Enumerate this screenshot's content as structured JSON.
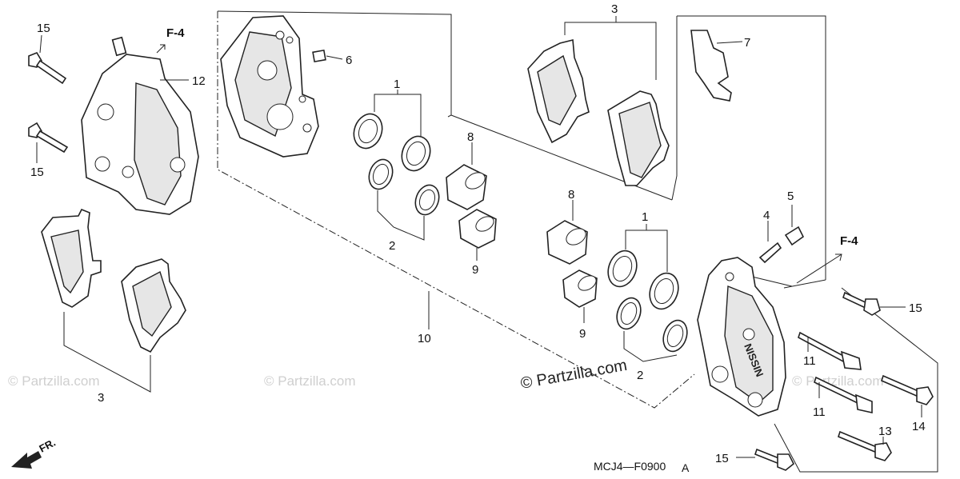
{
  "callouts": {
    "c1a": "1",
    "c1b": "1",
    "c2a": "2",
    "c2b": "2",
    "c3a": "3",
    "c3b": "3",
    "c4": "4",
    "c5": "5",
    "c6": "6",
    "c7": "7",
    "c8a": "8",
    "c8b": "8",
    "c9a": "9",
    "c9b": "9",
    "c10": "10",
    "c11a": "11",
    "c11b": "11",
    "c12": "12",
    "c13": "13",
    "c14": "14",
    "c15a": "15",
    "c15b": "15",
    "c15c": "15",
    "c15d": "15"
  },
  "refs": {
    "f4_top": "F-4",
    "f4_right": "F-4"
  },
  "direction": {
    "fr": "FR."
  },
  "diagram_code": "MCJ4—F0900",
  "diagram_code_suffix": "A",
  "watermark": {
    "center": "© Partzilla.com",
    "faint": "© Partzilla.com"
  },
  "caliper_brand": "NISSIN"
}
